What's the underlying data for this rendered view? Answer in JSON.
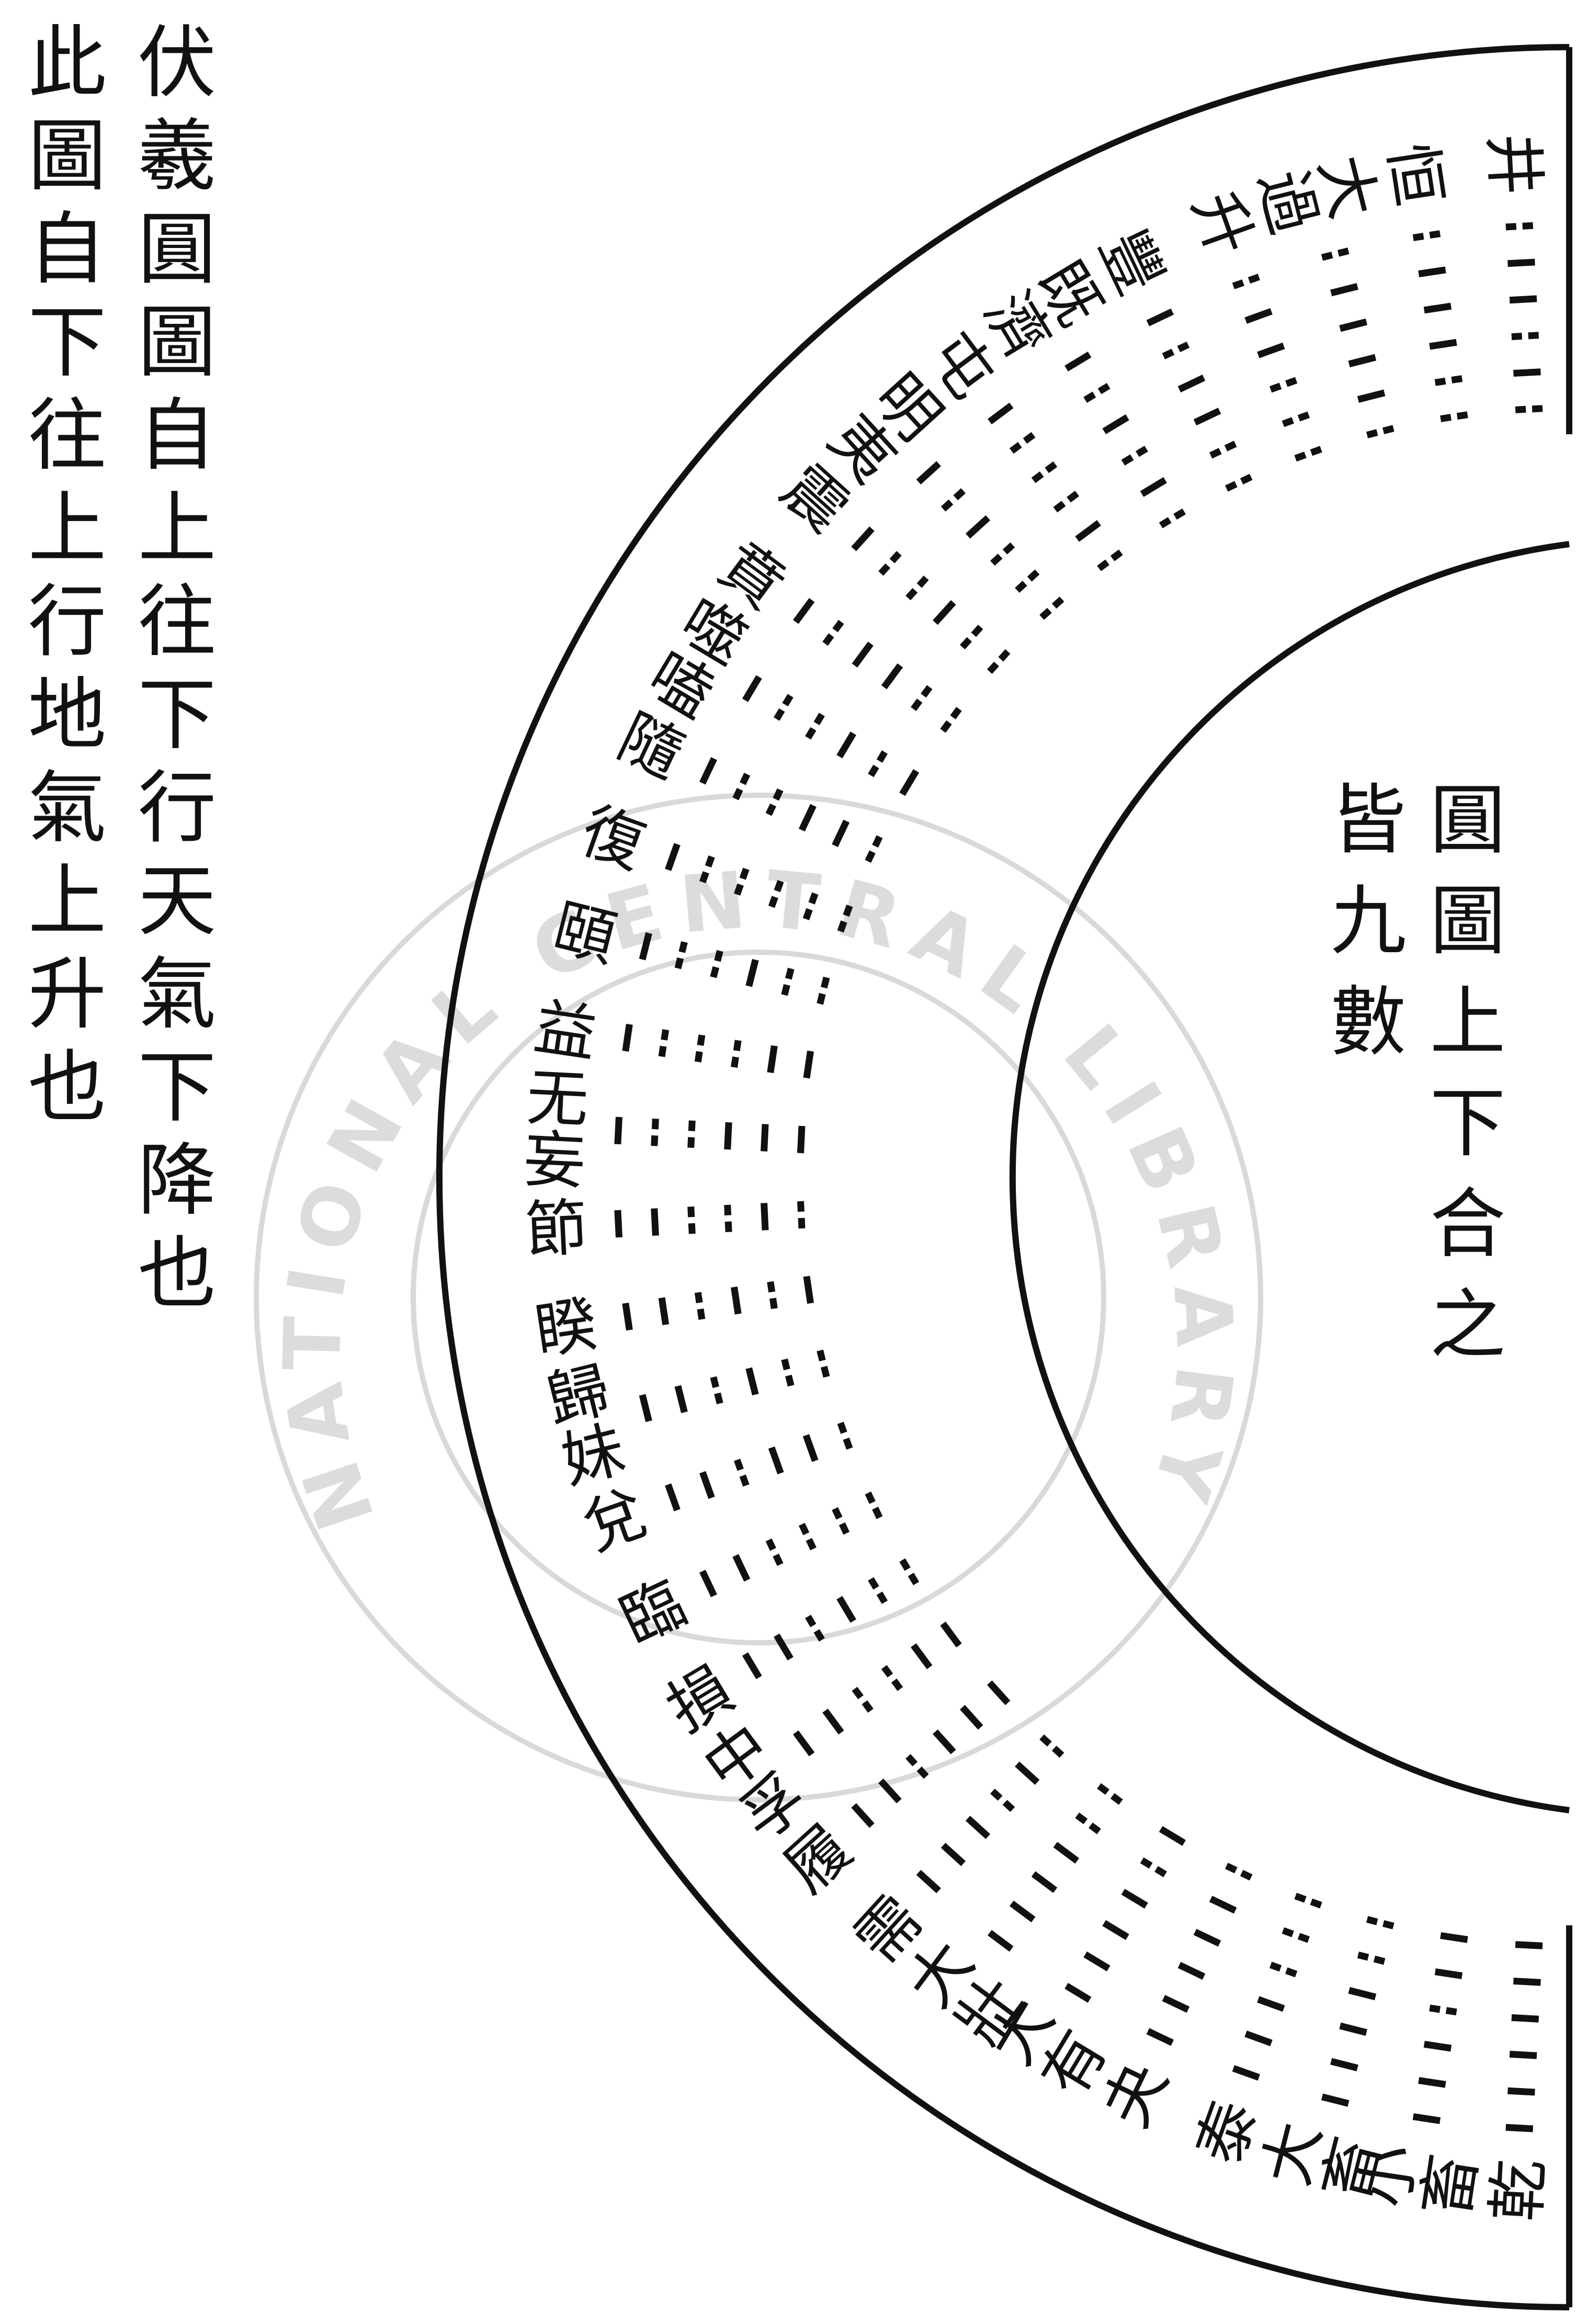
{
  "texts": {
    "title_line_1": "伏羲圓圖自上往下行天氣下降也",
    "title_line_2": "此圖自下往上行地氣上升也",
    "note_line_1": "圓圖上下合之",
    "note_line_2": "皆九數"
  },
  "watermark": {
    "text": "NATIONAL CENTRAL LIBRARY",
    "color": "#dcdcdc"
  },
  "hexagrams": [
    "乾",
    "小畜",
    "大畜",
    "泰",
    "夬",
    "大有",
    "大壯",
    "需",
    "履",
    "中孚",
    "損",
    "臨",
    "兌",
    "歸妹",
    "睽",
    "節",
    "无妄",
    "益",
    "頤",
    "復",
    "隨",
    "噬嗑",
    "賁",
    "震",
    "明夷",
    "屯",
    "既濟",
    "豐",
    "升",
    "大過",
    "恒",
    "井"
  ],
  "hexagram_lines": [
    [
      1,
      1,
      1,
      1,
      1,
      1
    ],
    [
      1,
      1,
      1,
      0,
      1,
      1
    ],
    [
      1,
      1,
      1,
      1,
      0,
      0
    ],
    [
      1,
      1,
      1,
      0,
      0,
      0
    ],
    [
      1,
      1,
      1,
      1,
      1,
      0
    ],
    [
      1,
      1,
      1,
      1,
      0,
      1
    ],
    [
      1,
      1,
      1,
      1,
      0,
      0
    ],
    [
      1,
      1,
      1,
      0,
      1,
      0
    ],
    [
      1,
      1,
      0,
      1,
      1,
      1
    ],
    [
      1,
      1,
      0,
      0,
      1,
      1
    ],
    [
      1,
      1,
      0,
      1,
      0,
      0
    ],
    [
      1,
      1,
      0,
      0,
      0,
      0
    ],
    [
      1,
      1,
      0,
      1,
      1,
      0
    ],
    [
      1,
      1,
      0,
      1,
      0,
      0
    ],
    [
      1,
      1,
      0,
      1,
      0,
      1
    ],
    [
      1,
      1,
      0,
      0,
      1,
      0
    ],
    [
      1,
      0,
      0,
      1,
      1,
      1
    ],
    [
      1,
      0,
      0,
      0,
      1,
      1
    ],
    [
      1,
      0,
      0,
      1,
      0,
      0
    ],
    [
      1,
      0,
      0,
      0,
      0,
      0
    ],
    [
      1,
      0,
      0,
      1,
      1,
      0
    ],
    [
      1,
      0,
      0,
      1,
      0,
      1
    ],
    [
      1,
      0,
      1,
      1,
      0,
      0
    ],
    [
      1,
      0,
      0,
      1,
      0,
      0
    ],
    [
      1,
      0,
      1,
      0,
      0,
      0
    ],
    [
      1,
      0,
      0,
      0,
      1,
      0
    ],
    [
      1,
      0,
      1,
      0,
      1,
      0
    ],
    [
      1,
      0,
      1,
      1,
      0,
      0
    ],
    [
      0,
      1,
      1,
      0,
      0,
      0
    ],
    [
      0,
      1,
      1,
      1,
      1,
      0
    ],
    [
      0,
      1,
      1,
      1,
      0,
      0
    ],
    [
      0,
      1,
      1,
      0,
      1,
      0
    ]
  ]
}
